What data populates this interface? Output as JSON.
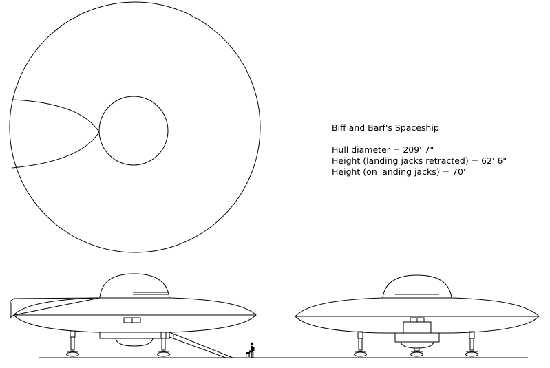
{
  "caption": {
    "title": "Biff and Barf's Spaceship",
    "specs": [
      "Hull diameter = 209' 7\"",
      "Height (landing jacks retracted) = 62' 6\"",
      "Height (on landing jacks) = 70'"
    ]
  },
  "views": [
    "top-view",
    "side-view",
    "front-view"
  ],
  "colors": {
    "line": "#000000",
    "background": "#ffffff"
  }
}
